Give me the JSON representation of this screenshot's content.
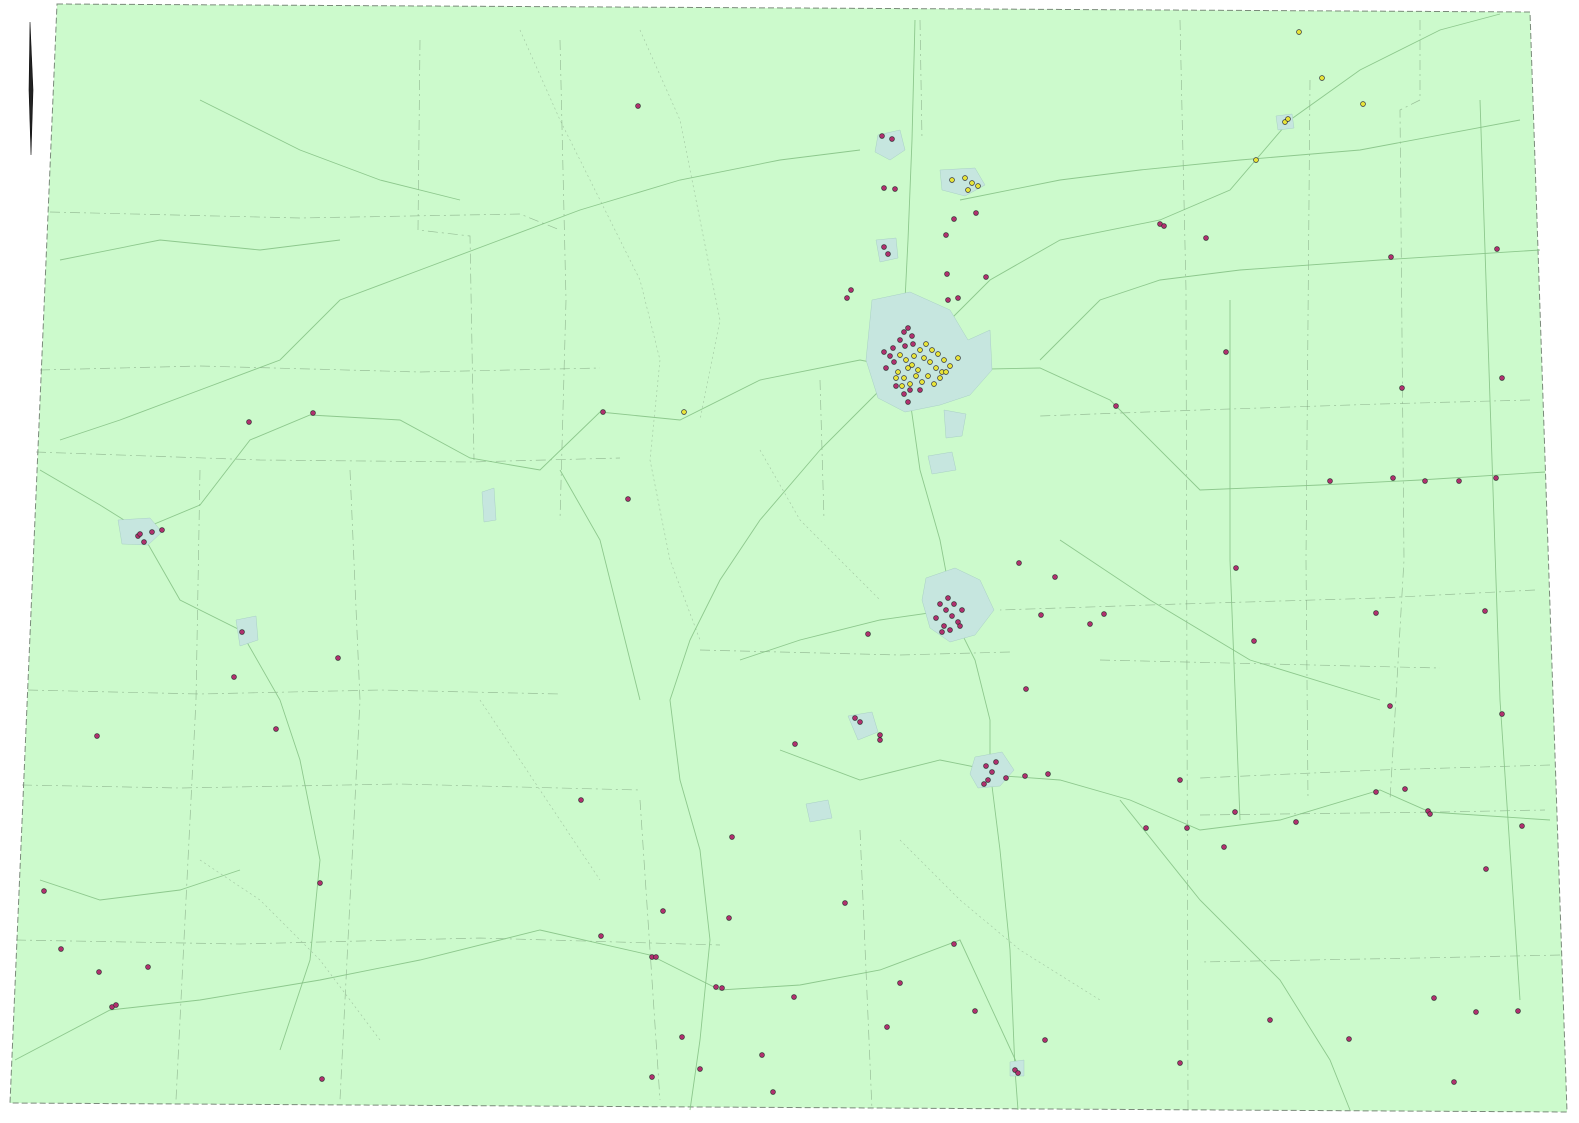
{
  "map": {
    "colors": {
      "background": "#ffffff",
      "state_fill": "#ccfacc",
      "state_outline": "#7a8a7a",
      "county_line": "#6f8f6f",
      "road": "#86c286",
      "urban_area": "#c6e6df",
      "point_magenta": "#b0306e",
      "point_yellow": "#e8e43a",
      "point_outline": "#333333"
    },
    "layers": [
      "state-boundary",
      "county-boundaries",
      "roads",
      "rivers",
      "urban-areas",
      "magenta-points",
      "yellow-points"
    ],
    "legend": "none",
    "labels": "none"
  }
}
